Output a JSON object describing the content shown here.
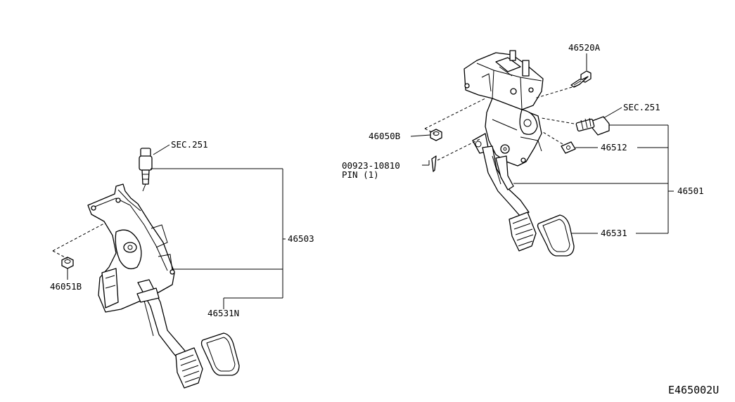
{
  "labels": {
    "sec_left": "SEC.251",
    "p46503": "46503",
    "p46051b": "46051B",
    "p46531n": "46531N",
    "p46520a": "46520A",
    "sec_right": "SEC.251",
    "p46050b": "46050B",
    "pin_code": "00923-10810",
    "pin_text": "PIN (1)",
    "p46512": "46512",
    "p46501": "46501",
    "p46531": "46531"
  },
  "diagram_code": "E465002U"
}
